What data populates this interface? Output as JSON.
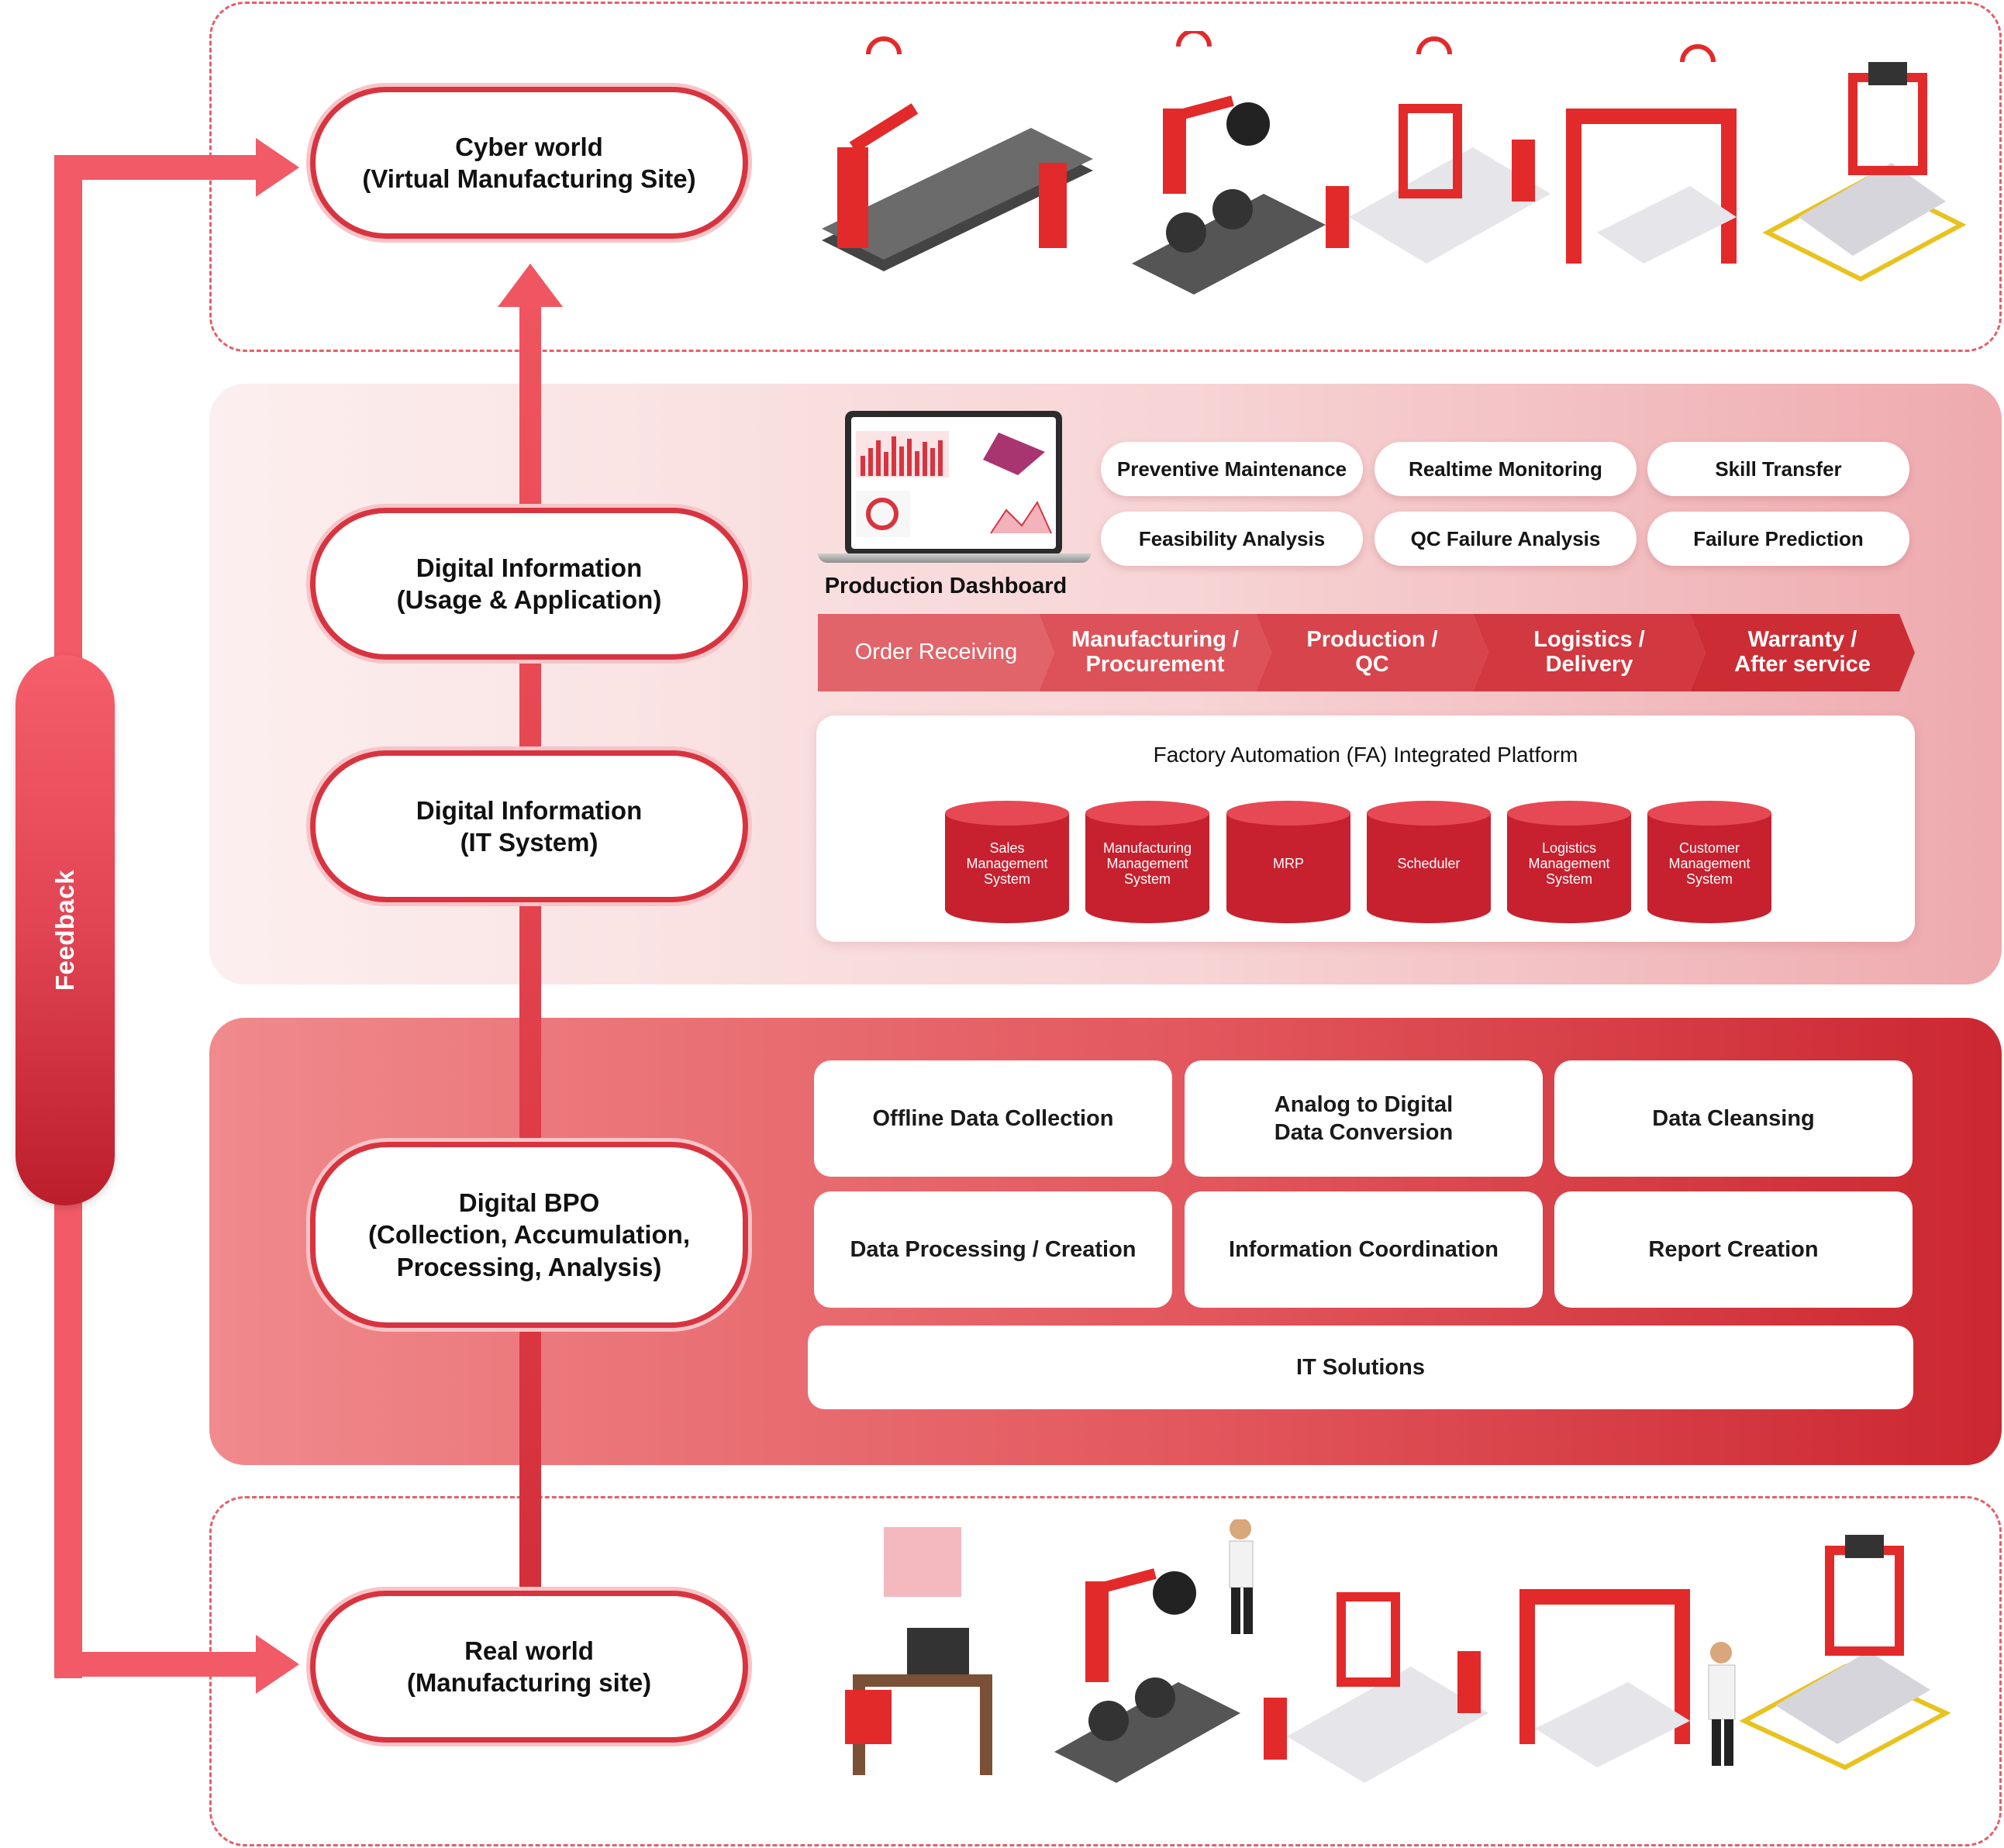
{
  "stages": {
    "cyber": [
      "Cyber world",
      "(Virtual Manufacturing Site)"
    ],
    "usage": [
      "Digital Information",
      "(Usage & Application)"
    ],
    "it_system": [
      "Digital Information",
      "(IT System)"
    ],
    "bpo": [
      "Digital BPO",
      "(Collection, Accumulation,",
      "Processing, Analysis)"
    ],
    "real": [
      "Real world",
      "(Manufacturing site)"
    ]
  },
  "feedback_label": "Feedback",
  "dashboard": {
    "label": "Production Dashboard"
  },
  "analysis_tags": [
    "Preventive Maintenance",
    "Realtime Monitoring",
    "Skill Transfer",
    "Feasibility Analysis",
    "QC Failure Analysis",
    "Failure Prediction"
  ],
  "process_steps": [
    [
      "Order Receiving"
    ],
    [
      "Manufacturing /",
      "Procurement"
    ],
    [
      "Production /",
      "QC"
    ],
    [
      "Logistics /",
      "Delivery"
    ],
    [
      "Warranty /",
      "After service"
    ]
  ],
  "fa_platform": {
    "title": "Factory Automation (FA) Integrated Platform",
    "systems": [
      [
        "Sales",
        "Management",
        "System"
      ],
      [
        "Manufacturing",
        "Management",
        "System"
      ],
      [
        "MRP"
      ],
      [
        "Scheduler"
      ],
      [
        "Logistics",
        "Management",
        "System"
      ],
      [
        "Customer",
        "Management",
        "System"
      ]
    ]
  },
  "bpo_services": {
    "row1": [
      [
        "Offline Data Collection"
      ],
      [
        "Analog to Digital",
        "Data Conversion"
      ],
      [
        "Data Cleansing"
      ]
    ],
    "row2": [
      [
        "Data Processing / Creation"
      ],
      [
        "Information Coordination"
      ],
      [
        "Report Creation"
      ]
    ],
    "it_solutions": "IT Solutions"
  },
  "colors": {
    "accent": "#d83440",
    "accent_light": "#f15a66",
    "dark_red": "#b71c2a"
  },
  "illustrations": {
    "cyber": [
      "robot-arm-conveyor-icon",
      "robot-tire-conveyor-icon",
      "car-body-robot-icon",
      "car-frame-gantry-icon",
      "car-lift-platform-icon"
    ],
    "real": [
      "engineer-workstation-icon",
      "robot-tire-conveyor-icon",
      "inspector-person-icon",
      "car-body-robot-icon",
      "car-frame-gantry-icon",
      "scientist-person-icon",
      "car-lift-platform-icon"
    ]
  }
}
